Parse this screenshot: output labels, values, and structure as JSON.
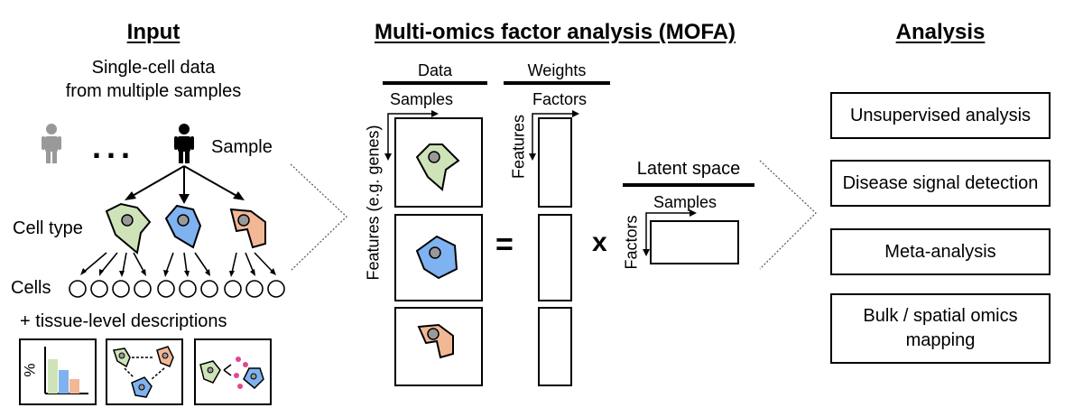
{
  "input": {
    "heading": "Input",
    "subtitle_line1": "Single-cell data",
    "subtitle_line2": "from multiple samples",
    "ellipsis": "...",
    "sample_label": "Sample",
    "cell_type_label": "Cell type",
    "cells_label": "Cells",
    "tissue_label": "+ tissue-level descriptions",
    "percent_label": "%"
  },
  "mofa": {
    "heading": "Multi-omics factor analysis (MOFA)",
    "data_label": "Data",
    "weights_label": "Weights",
    "samples_label": "Samples",
    "factors_label": "Factors",
    "features_genes_label": "Features (e.g. genes)",
    "features_label": "Features",
    "equals": "=",
    "times": "x",
    "latent_space_label": "Latent space",
    "latent_samples_label": "Samples",
    "latent_factors_label": "Factors"
  },
  "analysis": {
    "heading": "Analysis",
    "items": [
      {
        "line1": "Unsupervised analysis",
        "line2": ""
      },
      {
        "line1": "Disease signal detection",
        "line2": ""
      },
      {
        "line1": "Meta-analysis",
        "line2": ""
      },
      {
        "line1": "Bulk / spatial omics",
        "line2": "mapping"
      }
    ]
  },
  "colors": {
    "green": "#cfe3b8",
    "blue": "#7fb2f0",
    "orange": "#f2b896",
    "gray_person": "#999999",
    "pink": "#e0488e"
  }
}
